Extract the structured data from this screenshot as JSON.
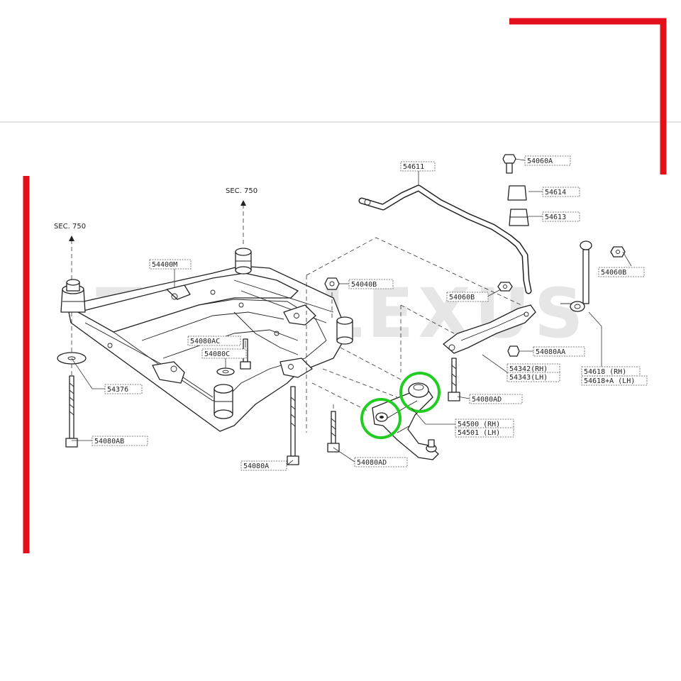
{
  "watermark": "TOYOLEXUS",
  "sections": [
    {
      "id": "sec-left",
      "text": "SEC. 750"
    },
    {
      "id": "sec-top",
      "text": "SEC. 750"
    }
  ],
  "labels": [
    {
      "id": "p54400m",
      "text": "54400M"
    },
    {
      "id": "p54376",
      "text": "54376"
    },
    {
      "id": "p54080ab",
      "text": "54080AB"
    },
    {
      "id": "p54080ac",
      "text": "54080AC"
    },
    {
      "id": "p54080c",
      "text": "54080C"
    },
    {
      "id": "p54080a",
      "text": "54080A"
    },
    {
      "id": "p54040b",
      "text": "54040B"
    },
    {
      "id": "p54080ad1",
      "text": "54080AD"
    },
    {
      "id": "p54080ad2",
      "text": "54080AD"
    },
    {
      "id": "p54500",
      "text": "54500 (RH)"
    },
    {
      "id": "p54501",
      "text": "54501 (LH)"
    },
    {
      "id": "p54342",
      "text": "54342(RH)"
    },
    {
      "id": "p54343",
      "text": "54343(LH)"
    },
    {
      "id": "p54080aa",
      "text": "54080AA"
    },
    {
      "id": "p54611",
      "text": "54611"
    },
    {
      "id": "p54060a",
      "text": "54060A"
    },
    {
      "id": "p54614",
      "text": "54614"
    },
    {
      "id": "p54613",
      "text": "54613"
    },
    {
      "id": "p54060b1",
      "text": "54060B"
    },
    {
      "id": "p54060b2",
      "text": "54060B"
    },
    {
      "id": "p54618",
      "text": "54618 (RH)"
    },
    {
      "id": "p54618a",
      "text": "54618+A (LH)"
    }
  ],
  "colors": {
    "frame_red": "#e3101c",
    "highlight_green": "#22cc22",
    "line": "#222222"
  }
}
